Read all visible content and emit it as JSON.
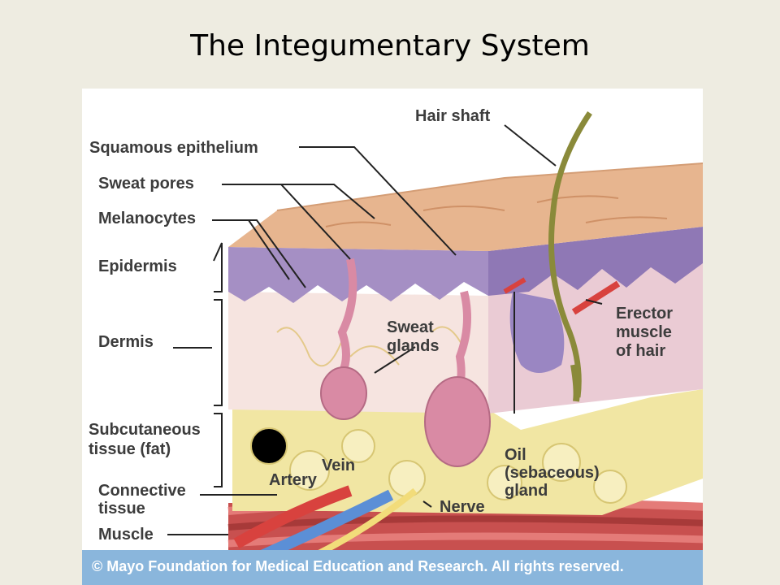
{
  "slide": {
    "title": "The Integumentary System"
  },
  "diagram": {
    "labels": {
      "hair_shaft": "Hair shaft",
      "squamous_epithelium": "Squamous epithelium",
      "sweat_pores": "Sweat pores",
      "melanocytes": "Melanocytes",
      "epidermis": "Epidermis",
      "dermis": "Dermis",
      "subcutaneous_line1": "Subcutaneous",
      "subcutaneous_line2": "tissue (fat)",
      "connective_line1": "Connective",
      "connective_line2": "tissue",
      "muscle": "Muscle",
      "artery": "Artery",
      "vein": "Vein",
      "nerve": "Nerve",
      "sweat_glands_line1": "Sweat",
      "sweat_glands_line2": "glands",
      "erector_line1": "Erector",
      "erector_line2": "muscle",
      "erector_line3": "of hair",
      "oil_line1": "Oil",
      "oil_line2": "(sebaceous)",
      "oil_line3": "gland"
    },
    "copyright": "© Mayo Foundation for Medical Education and Research.  All rights reserved.",
    "colors": {
      "skin_surface": "#e7b58f",
      "epidermis": "#a58fc4",
      "dermis": "#f6e4e0",
      "fat": "#f1e6a3",
      "muscle": "#c8504f",
      "artery": "#d8423e",
      "vein": "#5b8fd6",
      "nerve": "#f2dc7a",
      "gland": "#d98aa4",
      "hair": "#8a8a3a",
      "copyright_bar": "#8ab6dc"
    }
  }
}
